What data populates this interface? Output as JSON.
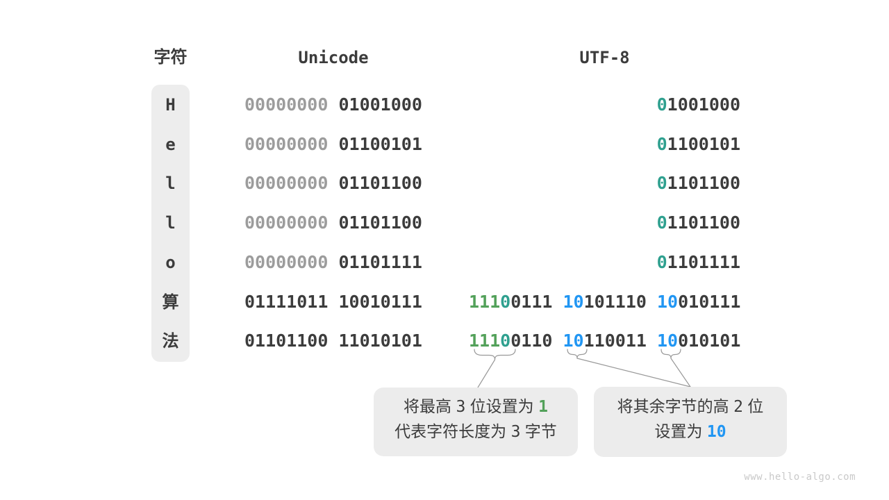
{
  "header": {
    "char_label": "字符",
    "unicode_label": "Unicode",
    "utf8_label": "UTF-8"
  },
  "rows": [
    {
      "char": "H",
      "unicode": [
        {
          "t": "00000000",
          "c": "gray"
        },
        {
          "t": " 01001000"
        }
      ],
      "utf8": [
        [
          {
            "t": "0",
            "c": "teal"
          },
          {
            "t": "1001000"
          }
        ]
      ]
    },
    {
      "char": "e",
      "unicode": [
        {
          "t": "00000000",
          "c": "gray"
        },
        {
          "t": " 01100101"
        }
      ],
      "utf8": [
        [
          {
            "t": "0",
            "c": "teal"
          },
          {
            "t": "1100101"
          }
        ]
      ]
    },
    {
      "char": "l",
      "unicode": [
        {
          "t": "00000000",
          "c": "gray"
        },
        {
          "t": " 01101100"
        }
      ],
      "utf8": [
        [
          {
            "t": "0",
            "c": "teal"
          },
          {
            "t": "1101100"
          }
        ]
      ]
    },
    {
      "char": "l",
      "unicode": [
        {
          "t": "00000000",
          "c": "gray"
        },
        {
          "t": " 01101100"
        }
      ],
      "utf8": [
        [
          {
            "t": "0",
            "c": "teal"
          },
          {
            "t": "1101100"
          }
        ]
      ]
    },
    {
      "char": "o",
      "unicode": [
        {
          "t": "00000000",
          "c": "gray"
        },
        {
          "t": " 01101111"
        }
      ],
      "utf8": [
        [
          {
            "t": "0",
            "c": "teal"
          },
          {
            "t": "1101111"
          }
        ]
      ]
    },
    {
      "char": "算",
      "unicode": [
        {
          "t": "01111011 10010111"
        }
      ],
      "utf8": [
        [
          {
            "t": "111",
            "c": "green"
          },
          {
            "t": "0",
            "c": "teal"
          },
          {
            "t": "0111"
          }
        ],
        [
          {
            "t": "10",
            "c": "blue"
          },
          {
            "t": "101110"
          }
        ],
        [
          {
            "t": "10",
            "c": "blue"
          },
          {
            "t": "010111"
          }
        ]
      ]
    },
    {
      "char": "法",
      "unicode": [
        {
          "t": "01101100 11010101"
        }
      ],
      "utf8": [
        [
          {
            "t": "111",
            "c": "green"
          },
          {
            "t": "0",
            "c": "teal"
          },
          {
            "t": "0110"
          }
        ],
        [
          {
            "t": "10",
            "c": "blue"
          },
          {
            "t": "110011"
          }
        ],
        [
          {
            "t": "10",
            "c": "blue"
          },
          {
            "t": "010101"
          }
        ]
      ]
    }
  ],
  "callouts": [
    {
      "name": "callout-high-bits",
      "lines": [
        [
          {
            "t": "将最高 "
          },
          {
            "t": "3",
            "mono": true
          },
          {
            "t": " 位设置为 "
          },
          {
            "t": "1",
            "c": "green",
            "mono": true,
            "bold": true
          }
        ],
        [
          {
            "t": "代表字符长度为 "
          },
          {
            "t": "3",
            "mono": true
          },
          {
            "t": " 字节"
          }
        ]
      ]
    },
    {
      "name": "callout-continuation-bits",
      "lines": [
        [
          {
            "t": "将其余字节的高 "
          },
          {
            "t": "2",
            "mono": true
          },
          {
            "t": " 位"
          }
        ],
        [
          {
            "t": "设置为 "
          },
          {
            "t": "10",
            "c": "blue",
            "mono": true,
            "bold": true
          }
        ]
      ]
    }
  ],
  "watermark": "www.hello-algo.com",
  "colors": {
    "dark": "#3c3c3c",
    "gray": "#9c9c9c",
    "green": "#53a15a",
    "teal": "#2fa08f",
    "blue": "#2196f3",
    "box_bg": "#ececec",
    "char_col_bg": "#ededed",
    "connector": "#999999",
    "watermark": "#c9c9c9"
  }
}
